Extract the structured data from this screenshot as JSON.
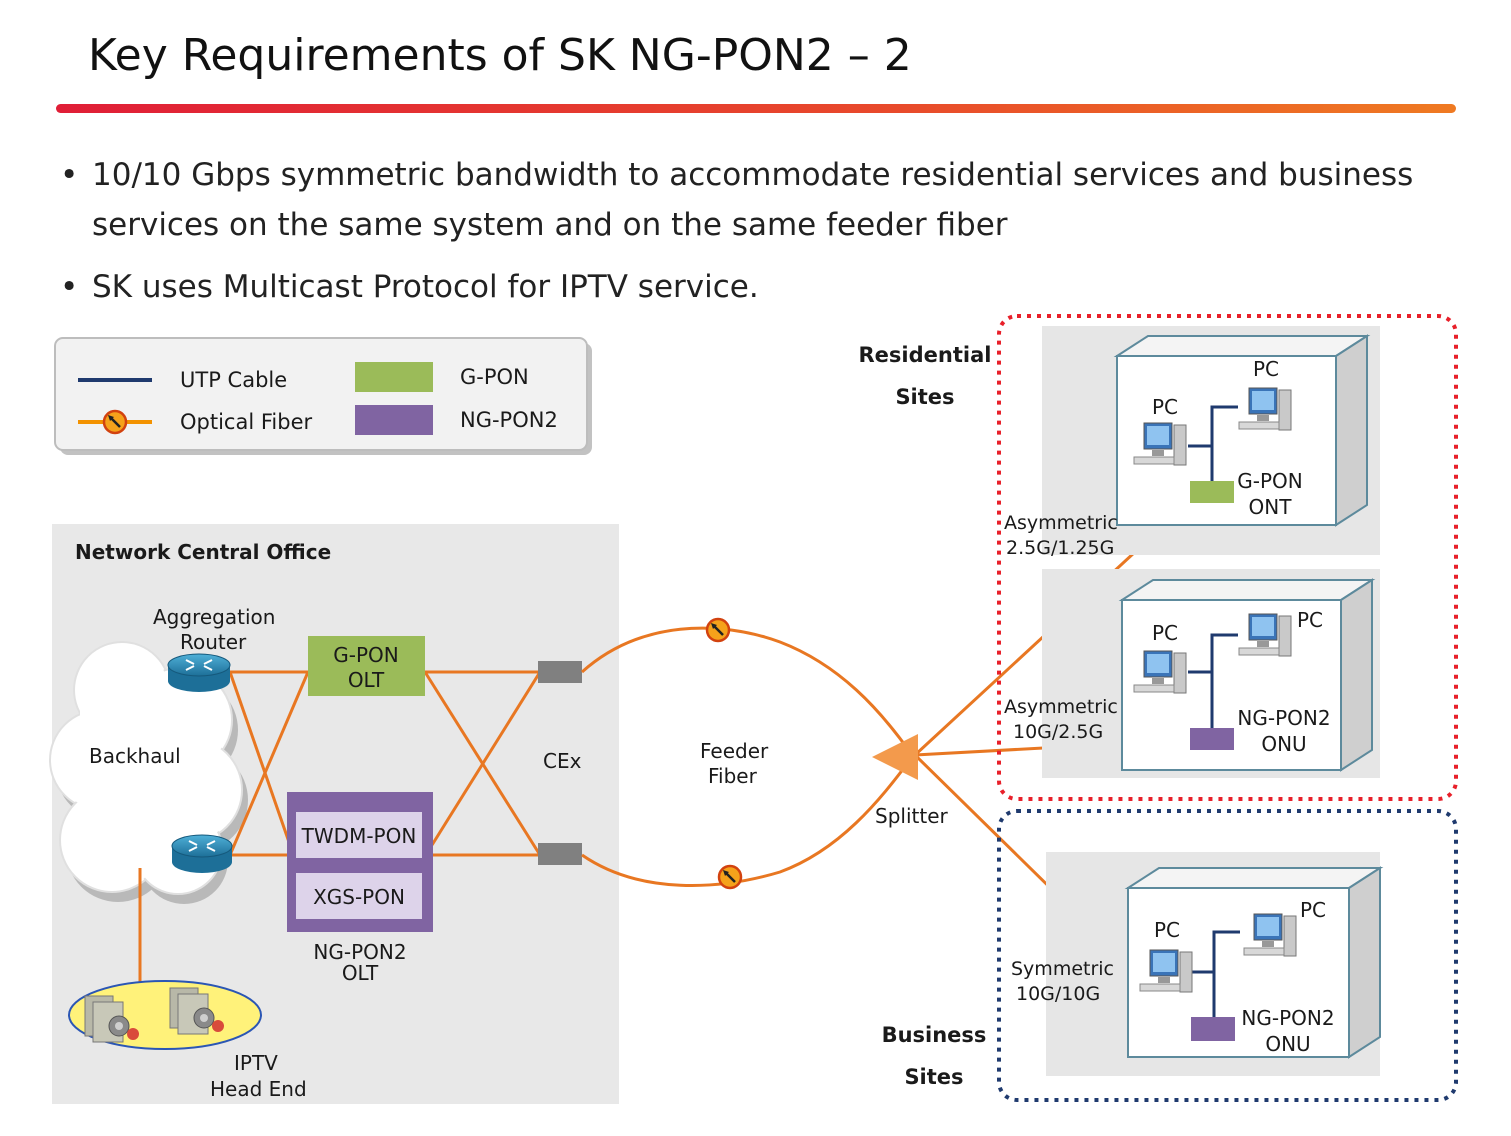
{
  "slide": {
    "title": "Key Requirements of SK NG-PON2 – 2",
    "bullets": [
      "10/10 Gbps symmetric bandwidth to accommodate residential services and business services on the same system and on the same feeder fiber",
      "SK uses Multicast Protocol for IPTV service."
    ]
  },
  "legend": {
    "utp": "UTP Cable",
    "fiber": "Optical Fiber",
    "gpon": "G-PON",
    "ngpon2": "NG-PON2"
  },
  "office": {
    "title": "Network Central Office",
    "aggregation_1": "Aggregation",
    "aggregation_2": "Router",
    "backhaul": "Backhaul",
    "gpon_olt_1": "G-PON",
    "gpon_olt_2": "OLT",
    "twdm": "TWDM-PON",
    "xgs": "XGS-PON",
    "ngpon2_olt_1": "NG-PON2",
    "ngpon2_olt_2": "OLT",
    "iptv_1": "IPTV",
    "iptv_2": "Head End"
  },
  "network": {
    "cex": "CEx",
    "feeder_1": "Feeder",
    "feeder_2": "Fiber",
    "splitter": "Splitter"
  },
  "residential": {
    "label_1": "Residential",
    "label_2": "Sites",
    "site1": {
      "pc_a": "PC",
      "pc_b": "PC",
      "device_1": "G-PON",
      "device_2": "ONT",
      "link_1": "Asymmetric",
      "link_2": "2.5G/1.25G"
    },
    "site2": {
      "pc_a": "PC",
      "pc_b": "PC",
      "device_1": "NG-PON2",
      "device_2": "ONU",
      "link_1": "Asymmetric",
      "link_2": "10G/2.5G"
    }
  },
  "business": {
    "label_1": "Business",
    "label_2": "Sites",
    "site": {
      "pc_a": "PC",
      "pc_b": "PC",
      "device_1": "NG-PON2",
      "device_2": "ONU",
      "link_1": "Symmetric",
      "link_2": "10G/10G"
    }
  },
  "colors": {
    "fiber": "#e87722",
    "utp": "#1f3a6e",
    "gpon": "#9bbb59",
    "ngpon2": "#8064a2",
    "residential_border": "#e8202a",
    "business_border": "#1f3a6e",
    "accent_bar": "#e84a2b"
  }
}
